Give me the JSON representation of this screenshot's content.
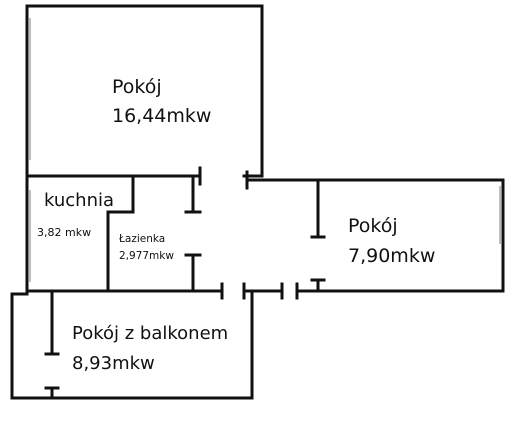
{
  "colors": {
    "wall": "#111111",
    "window": "#bdbdbd",
    "background": "#ffffff"
  },
  "rooms": {
    "pokoj_large": {
      "name": "Pokój",
      "area": "16,44mkw"
    },
    "kuchnia": {
      "name": "kuchnia",
      "area": "3,82 mkw"
    },
    "lazienka": {
      "name": "Łazienka",
      "area": "2,977mkw"
    },
    "pokoj_right": {
      "name": "Pokój",
      "area": "7,90mkw"
    },
    "pokoj_balkon": {
      "name": "Pokój z balkonem",
      "area": "8,93mkw"
    }
  }
}
